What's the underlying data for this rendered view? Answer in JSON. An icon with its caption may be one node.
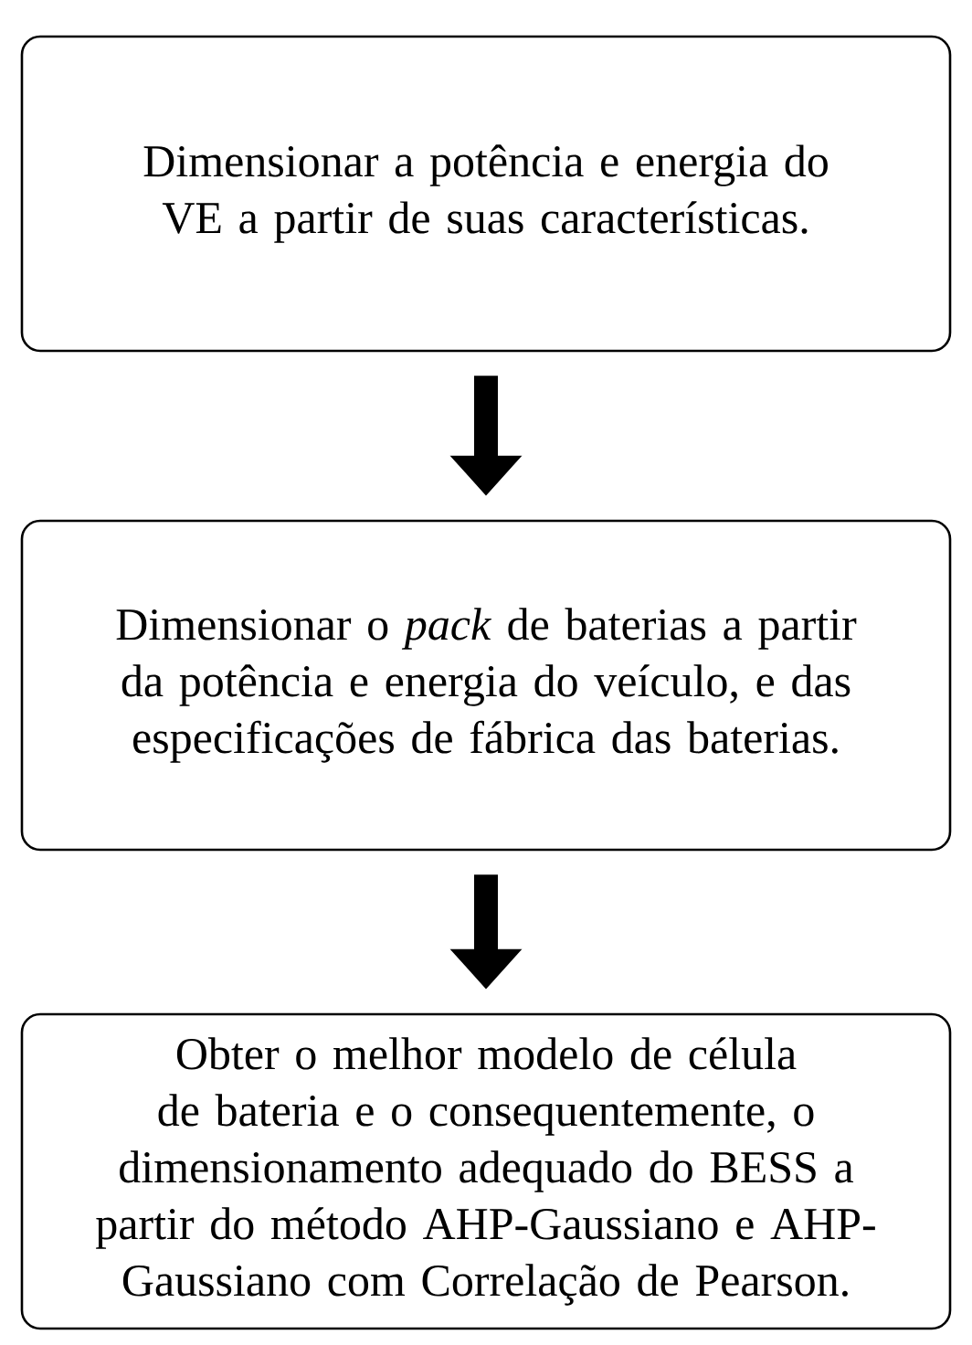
{
  "diagram": {
    "nodes": [
      {
        "text": [
          "Dimensionar a potência e energia do VE a partir de suas características."
        ]
      },
      {
        "text": [
          "Dimensionar o *pack* de baterias a partir da potência e energia do veículo, e das especificações de fábrica das baterias."
        ]
      },
      {
        "text": [
          "Obter o melhor modelo de célula de bateria e o consequentemente, o dimensionamento adequado do BESS a partir do método AHP-Gaussiano e AHP-Gaussiano com Correlação de Pearson."
        ]
      }
    ],
    "edges": [
      {
        "from": 0,
        "to": 1,
        "arrow": "to"
      },
      {
        "from": 1,
        "to": 2,
        "arrow": "to"
      }
    ]
  }
}
